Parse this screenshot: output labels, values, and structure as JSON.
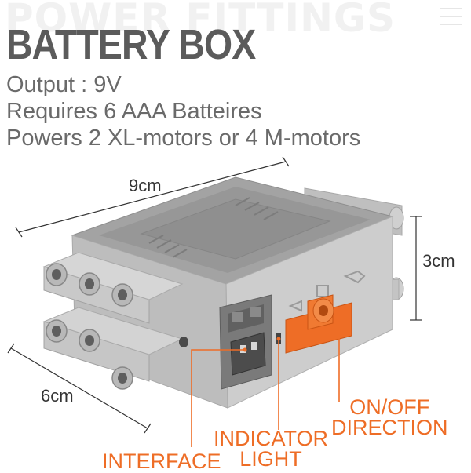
{
  "watermark": "POWER FITTINGS",
  "title": "BATTERY BOX",
  "specs": {
    "output": "Output : 9V",
    "batteries": "Requires 6 AAA Batteires",
    "powers": "Powers 2 XL-motors or 4 M-motors"
  },
  "dimensions": {
    "width": "9cm",
    "height": "3cm",
    "depth": "6cm"
  },
  "callouts": {
    "interface": "INTERFACE",
    "indicator_line1": "INDICATOR",
    "indicator_line2": "LIGHT",
    "switch_line1": "ON/OFF",
    "switch_line2": "DIRECTION"
  },
  "colors": {
    "accent": "#ee6d26",
    "body_gray": "#c8c8c8",
    "top_gray": "#9a9a9a",
    "text_gray": "#6a6a6a"
  },
  "icons": [
    "menu-icon"
  ]
}
